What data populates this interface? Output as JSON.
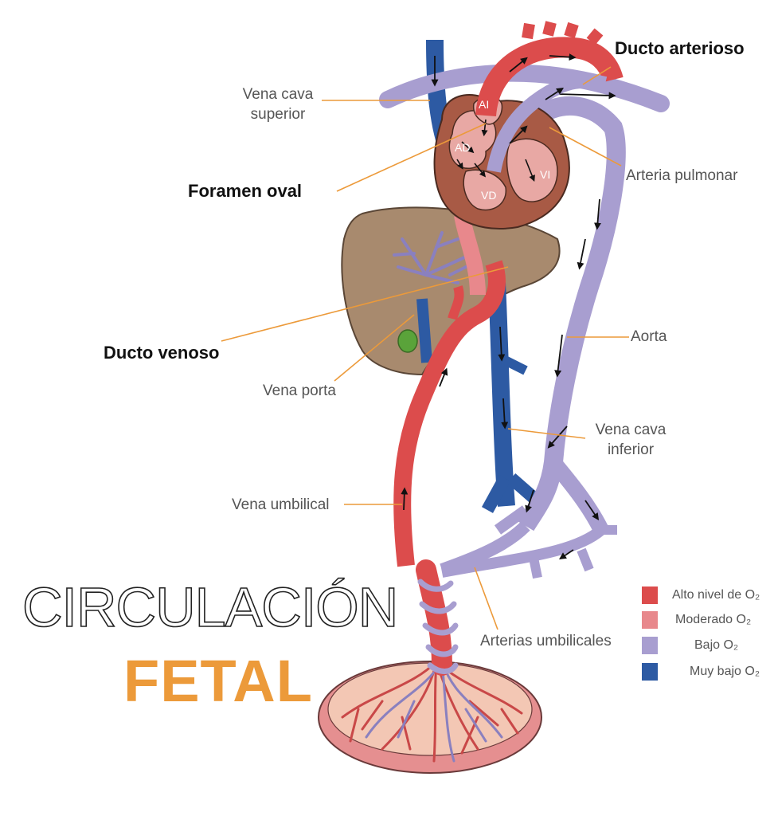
{
  "title": {
    "line1": "CIRCULACIÓN",
    "line2": "FETAL"
  },
  "labels": {
    "vena_cava_superior": "Vena cava\nsuperior",
    "ducto_arterioso": "Ducto arterioso",
    "arteria_pulmonar": "Arteria pulmonar",
    "foramen_oval": "Foramen oval",
    "ducto_venoso": "Ducto venoso",
    "vena_porta": "Vena porta",
    "aorta": "Aorta",
    "vena_cava_inferior": "Vena cava\ninferior",
    "vena_umbilical": "Vena umbilical",
    "arterias_umbilicales": "Arterias umbilicales"
  },
  "chambers": {
    "ai": "AI",
    "ad": "AD",
    "vi": "VI",
    "vd": "VD"
  },
  "legend": [
    {
      "text": "Alto nivel de O₂",
      "color": "#dc4c4c"
    },
    {
      "text": "Moderado O₂",
      "color": "#e8888c"
    },
    {
      "text": "Bajo O₂",
      "color": "#a89ed0"
    },
    {
      "text": "Muy bajo O₂",
      "color": "#2d5aa3"
    }
  ],
  "colors": {
    "accent": "#ec9a3a",
    "high_o2": "#dc4c4c",
    "moderate_o2": "#e8888c",
    "low_o2": "#a89ed0",
    "very_low_o2": "#2d5aa3",
    "liver": "#a88a6e",
    "heart_wall": "#a85a45",
    "heart_inner": "#e8a8a4",
    "placenta": "#e9a49c",
    "leader_line": "#ec9a3a"
  }
}
